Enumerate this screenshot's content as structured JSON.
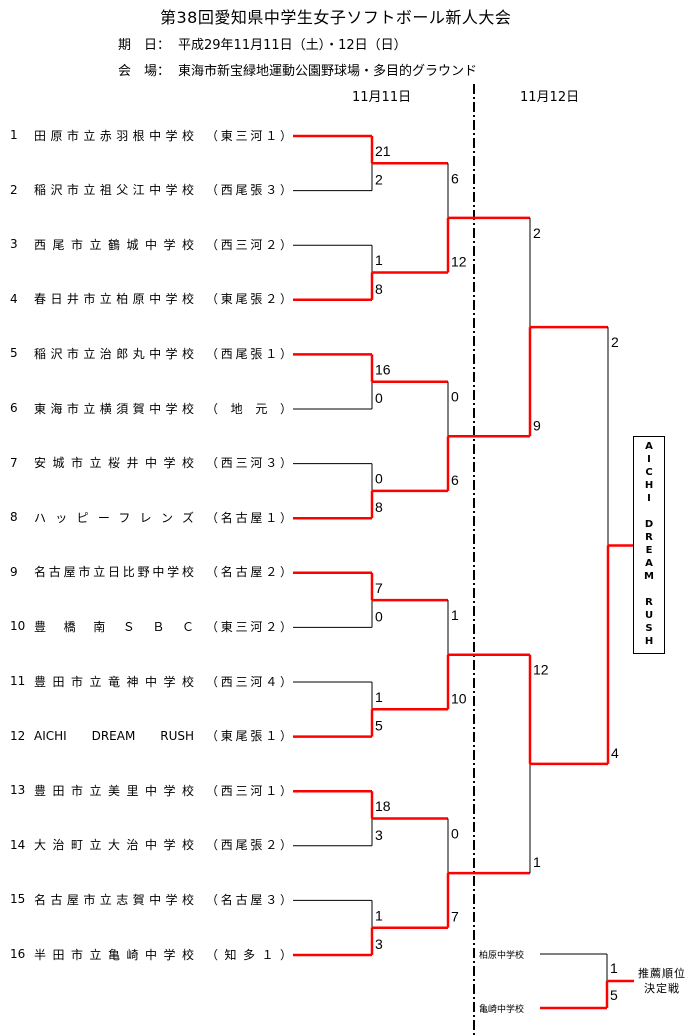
{
  "header": {
    "title": "第38回愛知県中学生女子ソフトボール新人大会",
    "date_label": "期　日：",
    "date_value": "平成29年11月11日（土）・12日（日）",
    "venue_label": "会　場：",
    "venue_value": "東海市新宝緑地運動公園野球場・多目的グラウンド",
    "day1": "11月11日",
    "day2": "11月12日"
  },
  "colors": {
    "winner": "#ff0000",
    "line": "#000000"
  },
  "teams": [
    {
      "num": "1",
      "name": "田原市立赤羽根中学校",
      "region": "（東三河１）"
    },
    {
      "num": "2",
      "name": "稲沢市立祖父江中学校",
      "region": "（西尾張３）"
    },
    {
      "num": "3",
      "name": "西尾市立鶴城中学校",
      "region": "（西三河２）"
    },
    {
      "num": "4",
      "name": "春日井市立柏原中学校",
      "region": "（東尾張２）"
    },
    {
      "num": "5",
      "name": "稲沢市立治郎丸中学校",
      "region": "（西尾張１）"
    },
    {
      "num": "6",
      "name": "東海市立横須賀中学校",
      "region": "（ 地 元 ）"
    },
    {
      "num": "7",
      "name": "安城市立桜井中学校",
      "region": "（西三河３）"
    },
    {
      "num": "8",
      "name": "ハッピーフレンズ",
      "region": "（名古屋１）"
    },
    {
      "num": "9",
      "name": "名古屋市立日比野中学校",
      "region": "（名古屋２）"
    },
    {
      "num": "10",
      "name": "豊 橋 南 Ｓ Ｂ Ｃ",
      "region": "（東三河２）"
    },
    {
      "num": "11",
      "name": "豊田市立竜神中学校",
      "region": "（西三河４）"
    },
    {
      "num": "12",
      "name": "AICHI DREAM RUSH",
      "region": "（東尾張１）"
    },
    {
      "num": "13",
      "name": "豊田市立美里中学校",
      "region": "（西三河１）"
    },
    {
      "num": "14",
      "name": "大治町立大治中学校",
      "region": "（西尾張２）"
    },
    {
      "num": "15",
      "name": "名古屋市立志賀中学校",
      "region": "（名古屋３）"
    },
    {
      "num": "16",
      "name": "半田市立亀崎中学校",
      "region": "（知多１）"
    }
  ],
  "rounds": [
    [
      {
        "scores": [
          "21",
          "2"
        ],
        "winner": 0
      },
      {
        "scores": [
          "1",
          "8"
        ],
        "winner": 1
      },
      {
        "scores": [
          "16",
          "0"
        ],
        "winner": 0
      },
      {
        "scores": [
          "0",
          "8"
        ],
        "winner": 1
      },
      {
        "scores": [
          "7",
          "0"
        ],
        "winner": 0
      },
      {
        "scores": [
          "1",
          "5"
        ],
        "winner": 1
      },
      {
        "scores": [
          "18",
          "3"
        ],
        "winner": 0
      },
      {
        "scores": [
          "1",
          "3"
        ],
        "winner": 1
      }
    ],
    [
      {
        "scores": [
          "6",
          "12"
        ],
        "winner": 1
      },
      {
        "scores": [
          "0",
          "6"
        ],
        "winner": 1
      },
      {
        "scores": [
          "1",
          "10"
        ],
        "winner": 1
      },
      {
        "scores": [
          "0",
          "7"
        ],
        "winner": 1
      }
    ],
    [
      {
        "scores": [
          "2",
          "9"
        ],
        "winner": 1
      },
      {
        "scores": [
          "12",
          "1"
        ],
        "winner": 0
      }
    ],
    [
      {
        "scores": [
          "2",
          "4"
        ],
        "winner": 1
      }
    ]
  ],
  "champion": "AICHI DREAM RUSH",
  "playoff": {
    "top_team": "柏原中学校",
    "bottom_team": "亀崎中学校",
    "scores": [
      "1",
      "5"
    ],
    "winner": 1,
    "title_line1": "推薦順位",
    "title_line2": "決定戦"
  }
}
